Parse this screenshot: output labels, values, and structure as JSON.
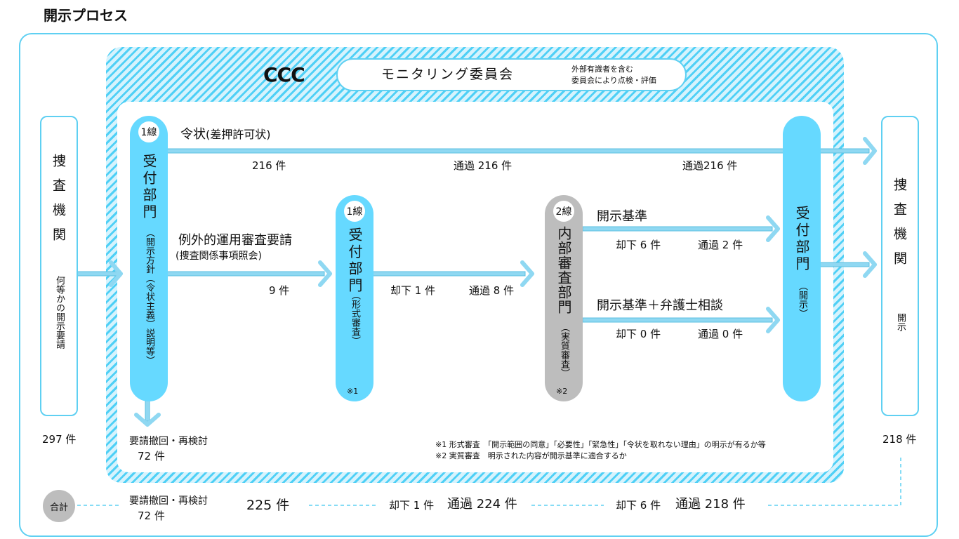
{
  "title": "開示プロセス",
  "ccc_logo": "CCC",
  "monitoring": {
    "label": "モニタリング委員会",
    "note_line1": "外部有識者を含む",
    "note_line2": "委員会により点検・評価"
  },
  "left_agency": {
    "name": "捜査機関",
    "sub": "何等かの開示要請",
    "count": "297 件"
  },
  "right_agency": {
    "name": "捜査機関",
    "sub": "開示",
    "count": "218 件"
  },
  "dept1": {
    "badge": "1線",
    "name": "受付部門",
    "detail": "（開示方針（令状主義）説明等）",
    "withdraw_label": "要請撤回・再検討",
    "withdraw_count": "72 件"
  },
  "route_warrant": {
    "label": "令状",
    "label_paren": "(差押許可状)",
    "count_in": "216 件",
    "count_mid": "通過 216 件",
    "count_out": "通過216 件"
  },
  "route_exception": {
    "label": "例外的運用審査要請",
    "sub": "(捜査関係事項照会)",
    "count": "9 件"
  },
  "dept2": {
    "badge": "1線",
    "name": "受付部門",
    "detail": "（形式審査）",
    "note": "※1",
    "reject": "却下 1 件",
    "pass": "通過 8 件"
  },
  "dept3": {
    "badge": "2線",
    "name": "内部審査部門",
    "detail": "（実質審査）",
    "note": "※2"
  },
  "crit1": {
    "label": "開示基準",
    "reject": "却下 6 件",
    "pass": "通過 2 件"
  },
  "crit2": {
    "label": "開示基準＋弁護士相談",
    "reject": "却下 0 件",
    "pass": "通過 0 件"
  },
  "dept4": {
    "name": "受付部門",
    "detail": "（開示）"
  },
  "footnotes": {
    "note1": "※1 形式審査　「開示範囲の同意」「必要性」「緊急性」「令状を取れない理由」の明示が有るか等",
    "note2": "※2 実質審査　明示された内容が開示基準に適合するか"
  },
  "total": {
    "badge": "合計",
    "withdraw_label": "要請撤回・再検討",
    "withdraw_count": "72 件",
    "count": "225 件",
    "reject1": "却下 1 件",
    "pass1": "通過 224 件",
    "reject2": "却下 6 件",
    "pass2": "通過 218 件"
  },
  "colors": {
    "accent": "#66d9ff",
    "arrow": "#8fd8f2",
    "gray": "#bdbdbd"
  }
}
